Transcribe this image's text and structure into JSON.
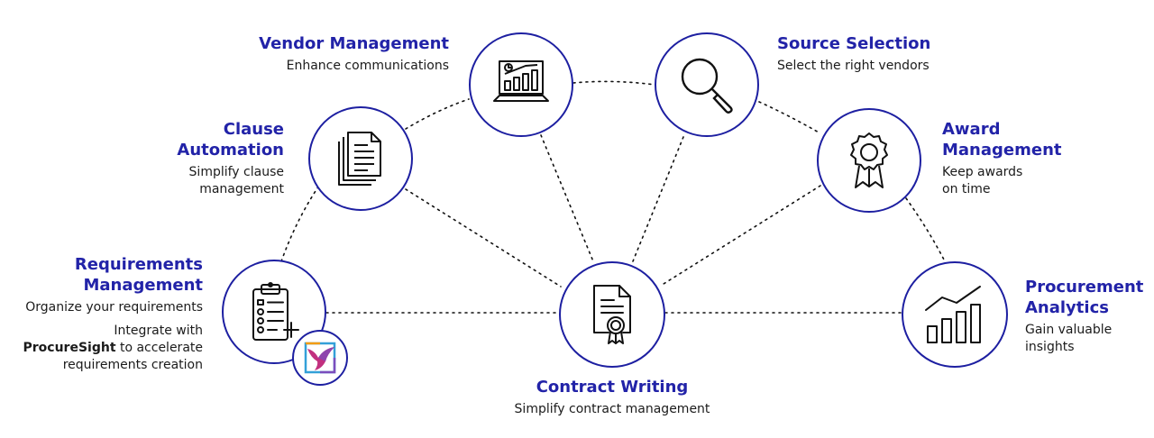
{
  "colors": {
    "accent": "#2223a8",
    "ring": "#1d1fa1",
    "text": "#1b1b1b",
    "connector": "#111111"
  },
  "nodes": {
    "vendor_management": {
      "title": "Vendor Management",
      "desc": "Enhance communications",
      "icon": "laptop-chart-icon"
    },
    "source_selection": {
      "title": "Source Selection",
      "desc": "Select the right vendors",
      "icon": "magnifier-icon"
    },
    "clause_automation": {
      "title": "Clause\nAutomation",
      "desc": "Simplify clause\nmanagement",
      "icon": "documents-stack-icon"
    },
    "award_management": {
      "title": "Award\nManagement",
      "desc": "Keep awards\non time",
      "icon": "award-ribbon-icon"
    },
    "requirements_management": {
      "title": "Requirements\nManagement",
      "desc": "Organize your requirements",
      "extra_line1": "Integrate with",
      "extra_brand": "ProcureSight",
      "extra_rest": " to accelerate",
      "extra_line3": "requirements creation",
      "icon": "clipboard-checklist-icon",
      "badge_icon": "procuresight-bird-logo-icon"
    },
    "contract_writing": {
      "title": "Contract Writing",
      "desc": "Simplify contract management",
      "icon": "certificate-document-icon"
    },
    "procurement_analytics": {
      "title": "Procurement\nAnalytics",
      "desc": "Gain valuable\ninsights",
      "icon": "bar-chart-trend-icon"
    }
  }
}
